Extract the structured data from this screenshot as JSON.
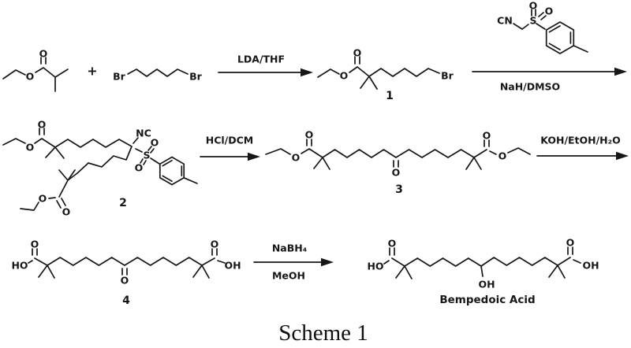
{
  "background": "#ffffff",
  "ink": "#171717",
  "caption": "Scheme 1",
  "plus_sign": "+",
  "atoms": {
    "O": "O",
    "Br": "Br",
    "S": "S",
    "NC": "NC",
    "CN": "CN",
    "HO": "HO",
    "OH": "OH"
  },
  "compound_labels": {
    "c1": "1",
    "c2": "2",
    "c3": "3",
    "c4": "4",
    "product_name": "Bempedoic Acid"
  },
  "reagents": {
    "step1_above": "LDA/THF",
    "step2_below": "NaH/DMSO",
    "step3_above": "HCl/DCM",
    "step4_above": "KOH/EtOH/H₂O",
    "step5_above": "NaBH₄",
    "step5_below": "MeOH"
  }
}
